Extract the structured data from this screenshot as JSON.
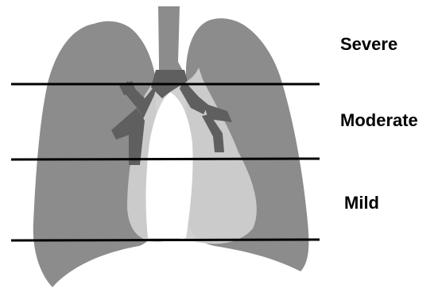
{
  "severity_labels": {
    "severe": "Severe",
    "moderate": "Moderate",
    "mild": "Mild"
  },
  "colors": {
    "lung": "#8c8c8c",
    "trachea": "#8c8c8c",
    "bronchi": "#5f5f5f",
    "heart_shadow": "#cfcfcf",
    "mediastinum": "#ffffff",
    "divider_line": "#000000"
  }
}
